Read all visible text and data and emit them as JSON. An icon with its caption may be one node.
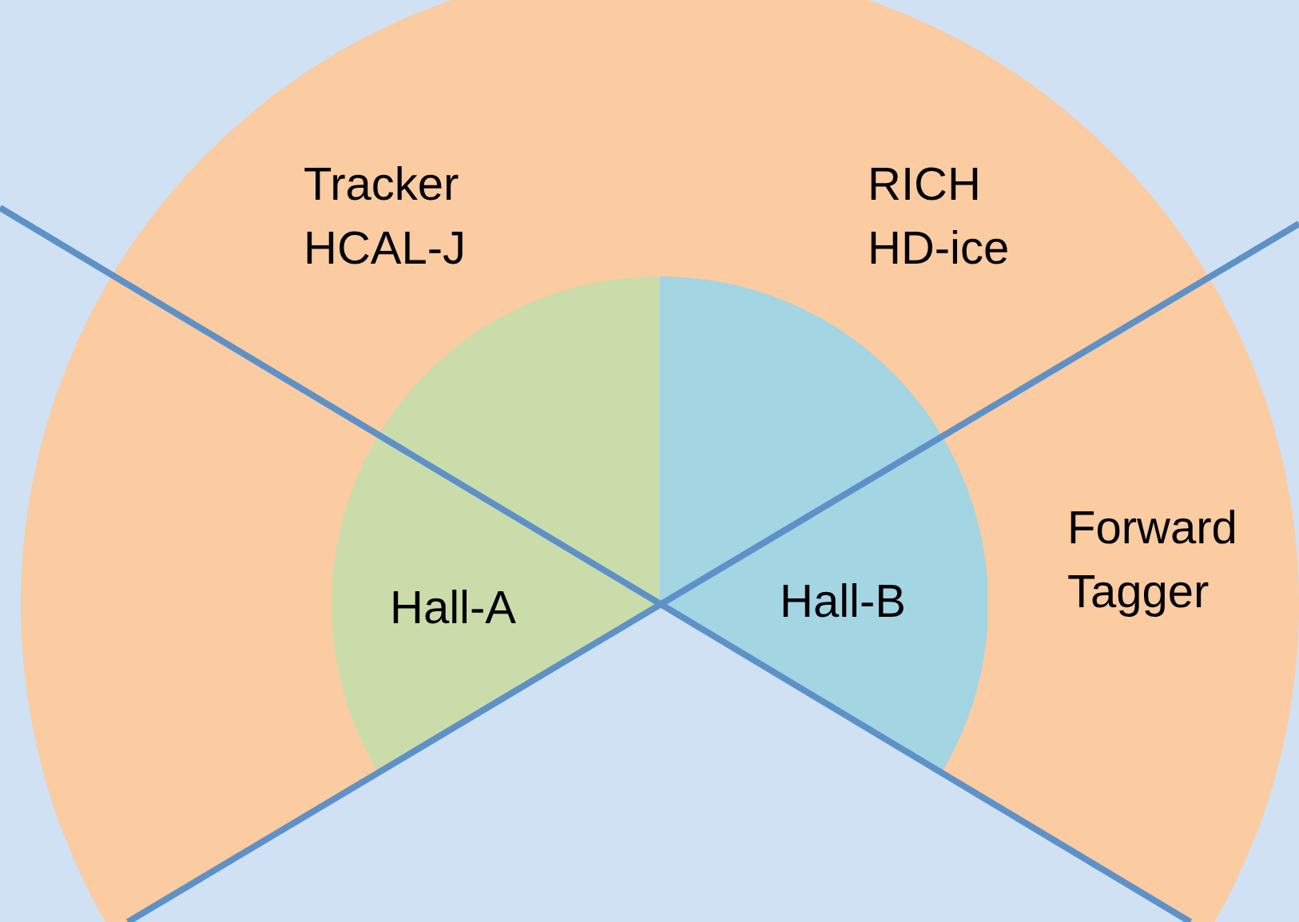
{
  "diagram": {
    "nodes": [
      {
        "text": [
          "Tracker HCAL-J",
          "RICH HD-ice",
          "Forward Tagger"
        ]
      },
      {
        "text": [
          "Hall-A"
        ],
        "in": 0
      },
      {
        "text": [
          "Hall-B"
        ],
        "in": 0
      }
    ]
  }
}
